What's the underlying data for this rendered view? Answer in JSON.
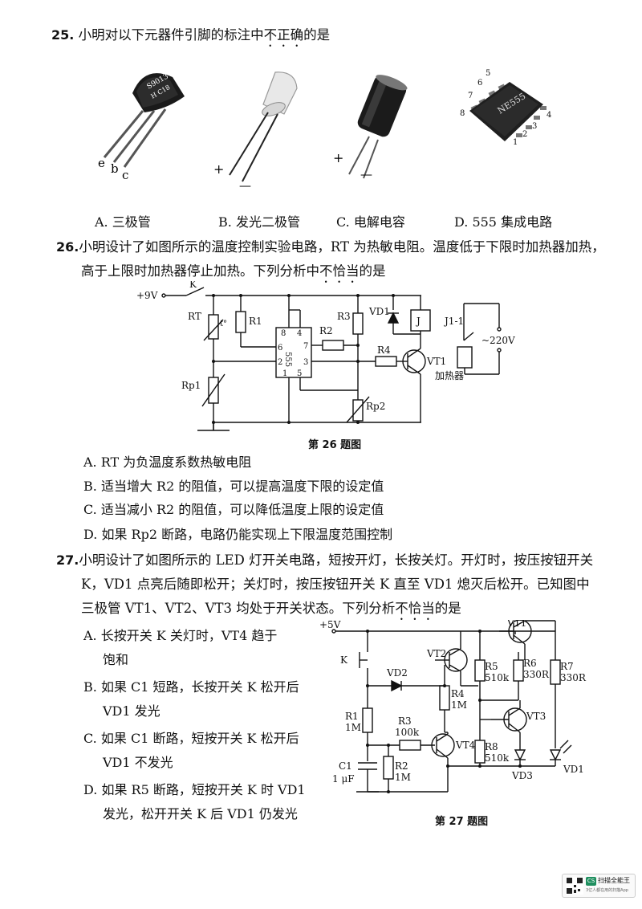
{
  "q25": {
    "number": "25.",
    "stem_pre": "小明对以下元器件引脚的标注中",
    "stem_emph": "不正确",
    "stem_post": "的是",
    "options": [
      {
        "letter": "A.",
        "text": "三极管"
      },
      {
        "letter": "B.",
        "text": "发光二极管"
      },
      {
        "letter": "C.",
        "text": "电解电容"
      },
      {
        "letter": "D.",
        "text": "555 集成电路"
      }
    ],
    "transistor": {
      "marking1": "S9013",
      "marking2": "H C18",
      "pins": [
        "e",
        "b",
        "c"
      ]
    },
    "led": {
      "plus": "+",
      "minus": "—"
    },
    "capacitor": {
      "plus": "+",
      "minus": "—"
    },
    "ic": {
      "name": "NE555",
      "pins": [
        "1",
        "2",
        "3",
        "4",
        "5",
        "6",
        "7",
        "8"
      ]
    }
  },
  "q26": {
    "number": "26.",
    "line1": "小明设计了如图所示的温度控制实验电路，RT 为热敏电阻。温度低于下限时加热器加热，",
    "line2_pre": "高于上限时加热器停止加热。下列分析中",
    "line2_emph": "不恰当",
    "line2_post": "的是",
    "figure_caption": "第 26 题图",
    "circuit": {
      "supply": "+9V",
      "switch": "K",
      "rt": "RT",
      "rt_sym": "t°",
      "r1": "R1",
      "r2": "R2",
      "r3": "R3",
      "r4": "R4",
      "vd1": "VD1",
      "relay": "J",
      "vt1": "VT1",
      "rp1": "Rp1",
      "rp2": "Rp2",
      "ic": "555",
      "pins": [
        "8",
        "4",
        "6",
        "7",
        "2",
        "3",
        "1",
        "5"
      ],
      "contact": "J1-1",
      "ac": "~220V",
      "heater": "加热器"
    },
    "options": [
      {
        "letter": "A.",
        "text": "RT 为负温度系数热敏电阻"
      },
      {
        "letter": "B.",
        "text": "适当增大 R2 的阻值，可以提高温度下限的设定值"
      },
      {
        "letter": "C.",
        "text": "适当减小 R2 的阻值，可以降低温度上限的设定值"
      },
      {
        "letter": "D.",
        "text": "如果 Rp2 断路，电路仍能实现上下限温度范围控制"
      }
    ]
  },
  "q27": {
    "number": "27.",
    "line1": "小明设计了如图所示的 LED 灯开关电路，短按开灯，长按关灯。开灯时，按压按钮开关",
    "line2": "K，VD1 点亮后随即松开；关灯时，按压按钮开关 K 直至 VD1 熄灭后松开。已知图中",
    "line3_pre": "三极管 VT1、VT2、VT3 均处于开关状态。下列分析",
    "line3_emph": "不恰当",
    "line3_post": "的是",
    "figure_caption": "第 27 题图",
    "options": [
      {
        "letter": "A.",
        "text1": "长按开关 K 关灯时，VT4 趋于",
        "text2": "饱和"
      },
      {
        "letter": "B.",
        "text1": "如果 C1 短路，长按开关 K 松开后",
        "text2": "VD1 发光"
      },
      {
        "letter": "C.",
        "text1": "如果 C1 断路，短按开关 K 松开后",
        "text2": "VD1 不发光"
      },
      {
        "letter": "D.",
        "text1": "如果 R5 断路，短按开关 K 时 VD1",
        "text2": "发光，松开开关 K 后 VD1 仍发光"
      }
    ],
    "circuit": {
      "supply": "+5V",
      "k": "K",
      "vd2": "VD2",
      "vt2": "VT2",
      "vt1": "VT1",
      "r5": "R5",
      "r5v": "510k",
      "r6": "R6",
      "r6v": "330R",
      "r7": "R7",
      "r7v": "330R",
      "r4": "R4",
      "r4v": "1M",
      "r1": "R1",
      "r1v": "1M",
      "r3": "R3",
      "r3v": "100k",
      "vt3": "VT3",
      "vt4": "VT4",
      "r8": "R8",
      "r8v": "510k",
      "c1": "C1",
      "c1v": "1 μF",
      "r2": "R2",
      "r2v": "1M",
      "vd3": "VD3",
      "vd1": "VD1"
    }
  },
  "watermark": {
    "badge": "CS",
    "title": "扫描全能王",
    "subtitle": "3亿人都在用的扫描App"
  }
}
